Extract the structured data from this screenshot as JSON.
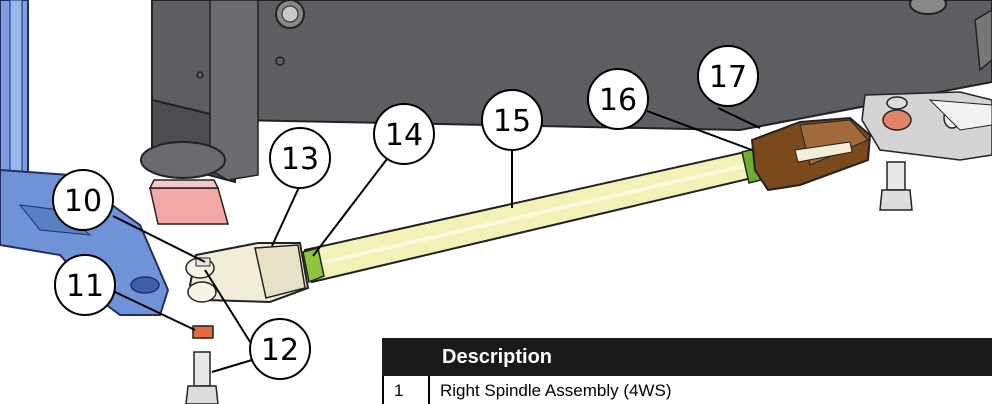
{
  "callouts": [
    "10",
    "11",
    "12",
    "13",
    "14",
    "15",
    "16",
    "17"
  ],
  "table": {
    "header_col1": "",
    "header_col2": "Description",
    "rows": [
      {
        "num": "1",
        "desc": "Right Spindle Assembly (4WS)"
      }
    ]
  },
  "colors": {
    "frame": "#5f6064",
    "frame_dark": "#3f4044",
    "tie_rod": "#f4f1b8",
    "rod_end_light": "#f1edd8",
    "rod_end_dark": "#7a4a1c",
    "jam_nut": "#8fc53c",
    "pad": "#f2a9a6",
    "spindle_blue": "#7b9fe0",
    "spacer": "#e56a3c"
  }
}
